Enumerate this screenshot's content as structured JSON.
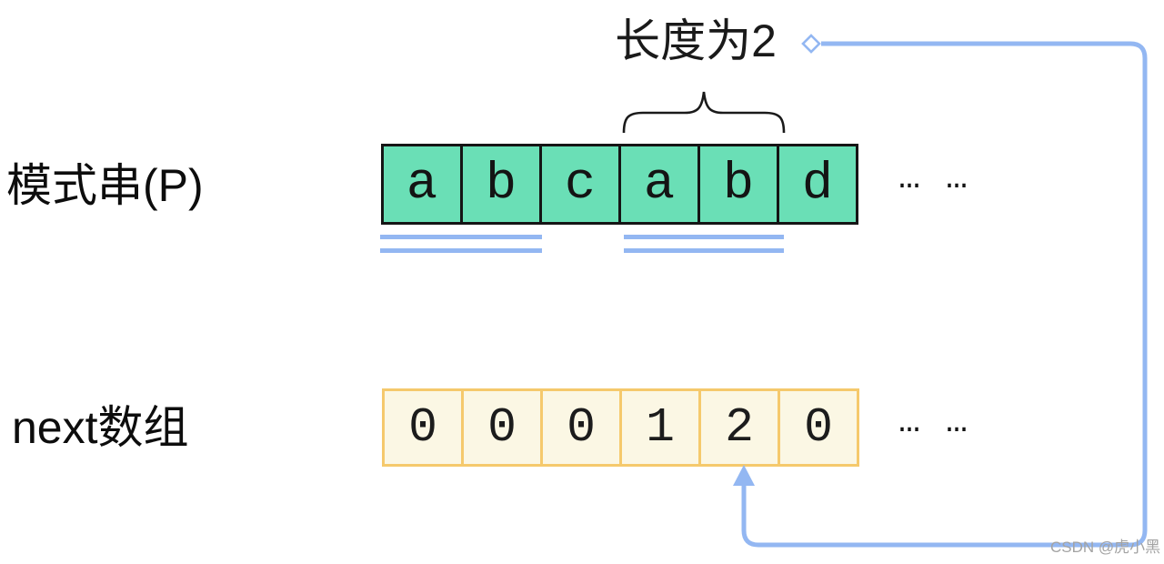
{
  "diagram": {
    "pattern_label": "模式串(P)",
    "next_label": "next数组",
    "length_annotation": "长度为2",
    "pattern_ellipsis": "… …",
    "next_ellipsis": "… …",
    "watermark": "CSDN @虎小黑"
  },
  "pattern_array": {
    "cells": [
      "a",
      "b",
      "c",
      "a",
      "b",
      "d"
    ]
  },
  "next_array": {
    "cells": [
      "0",
      "0",
      "0",
      "1",
      "2",
      "0"
    ]
  },
  "colors": {
    "pattern_cell_bg": "#6ADFB6",
    "pattern_cell_border": "#151515",
    "next_cell_bg": "#FBF7E4",
    "next_cell_border": "#F5C96C",
    "connector_blue": "#93B7F2",
    "text": "#111111",
    "watermark_gray": "#A3A3A3"
  }
}
